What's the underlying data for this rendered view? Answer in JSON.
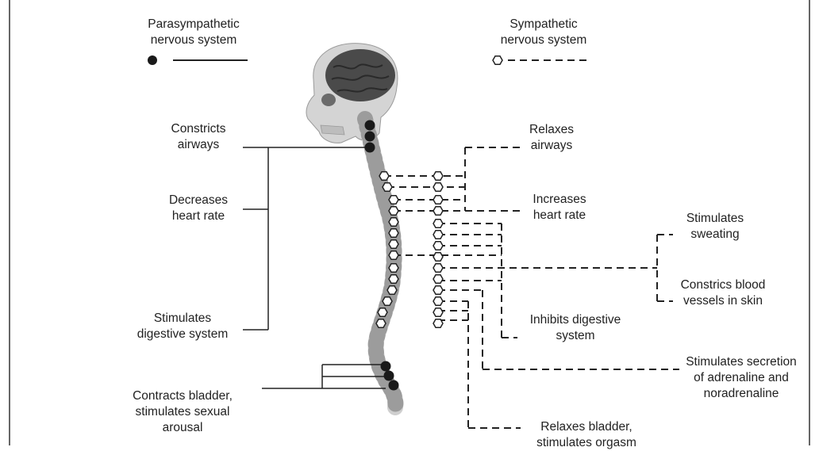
{
  "legend": {
    "parasympathetic": [
      "Parasympathetic",
      "nervous system"
    ],
    "sympathetic": [
      "Sympathetic",
      "nervous system"
    ]
  },
  "parasympathetic_effects": [
    [
      "Constricts",
      "airways"
    ],
    [
      "Decreases",
      "heart rate"
    ],
    [
      "Stimulates",
      "digestive system"
    ],
    [
      "Contracts bladder,",
      "stimulates sexual",
      "arousal"
    ]
  ],
  "sympathetic_effects": [
    [
      "Relaxes",
      "airways"
    ],
    [
      "Increases",
      "heart rate"
    ],
    [
      "Stimulates",
      "sweating"
    ],
    [
      "Constrics blood",
      "vessels in skin"
    ],
    [
      "Inhibits digestive",
      "system"
    ],
    [
      "Stimulates secretion",
      "of adrenaline and",
      "noradrenaline"
    ],
    [
      "Relaxes bladder,",
      "stimulates orgasm"
    ]
  ],
  "colors": {
    "parasympathetic_node": "#1a1a1a",
    "sympathetic_node": "#ffffff",
    "line": "#222222",
    "brain": "#4a4a4a",
    "bone": "#cfcfcf"
  }
}
